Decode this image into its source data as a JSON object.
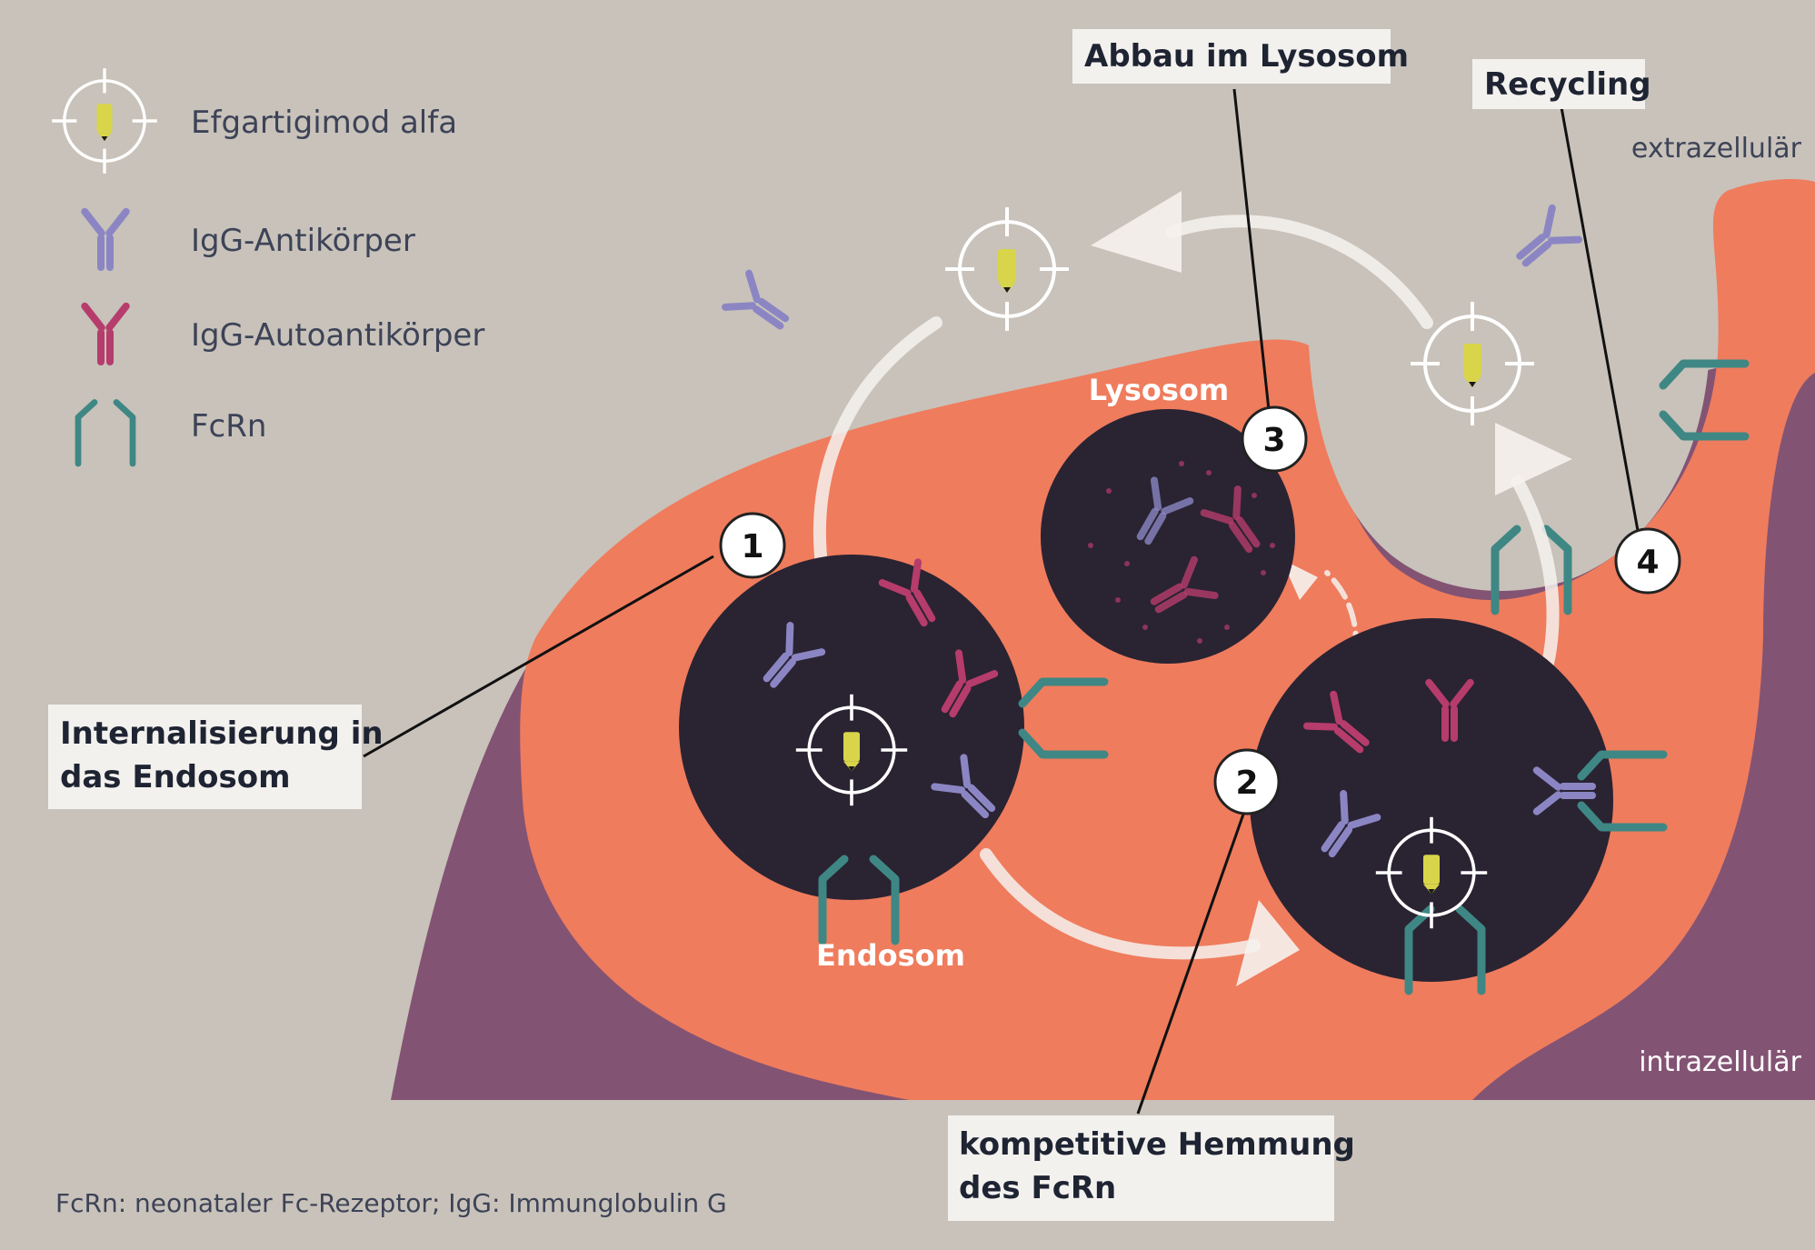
{
  "colors": {
    "background": "#c8c2ba",
    "cell": "#ef7c5d",
    "cytoplasm_deep": "#835373",
    "vesicle": "#2a2332",
    "igg": "#8b86c3",
    "autoantibody": "#b63c6c",
    "fcrn": "#3e8784",
    "efgartigimod": "#d8d54a",
    "label_box": "#f3f1ee"
  },
  "legend": [
    {
      "icon": "efgartigimod-icon",
      "label": "Efgartigimod alfa"
    },
    {
      "icon": "igg-antibody-icon",
      "label": "IgG-Antikörper"
    },
    {
      "icon": "igg-autoantibody-icon",
      "label": "IgG-Autoantikörper"
    },
    {
      "icon": "fcrn-icon",
      "label": "FcRn"
    }
  ],
  "zones": {
    "extracellular": "extrazellulär",
    "intracellular": "intrazellulär"
  },
  "compartments": {
    "endosome": "Endosom",
    "lysosome": "Lysosom"
  },
  "steps": [
    {
      "number": "1",
      "line1": "Internalisierung in",
      "line2": "das Endosom"
    },
    {
      "number": "2",
      "line1": "kompetitive Hemmung",
      "line2": "des FcRn"
    },
    {
      "number": "3",
      "line1": "Abbau im Lysosom",
      "line2": ""
    },
    {
      "number": "4",
      "line1": "Recycling",
      "line2": ""
    }
  ],
  "footnote": "FcRn: neonataler Fc-Rezeptor; IgG: Immunglobulin G"
}
